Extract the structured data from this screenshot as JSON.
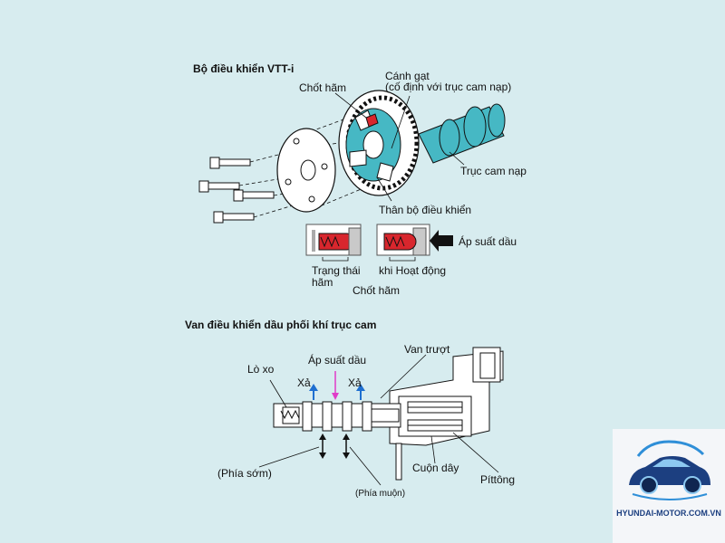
{
  "section1": {
    "title": "Bộ điều khiển VTT-i",
    "labels": {
      "chot_ham": "Chốt hãm",
      "canh_gat_1": "Cánh gạt",
      "canh_gat_2": "(cố định với trục cam nạp)",
      "truc_cam_nap": "Trục cam nạp",
      "than_bo_dieu_khien": "Thân bộ điều khiển",
      "ap_suat_dau": "Áp suất dầu",
      "trang_thai_ham_1": "Trạng thái",
      "trang_thai_ham_2": "hãm",
      "khi_hoat_dong": "khi Hoạt động",
      "chot_ham_bottom": "Chốt hãm"
    }
  },
  "section2": {
    "title": "Van điều khiển dầu phối khí trục cam",
    "labels": {
      "ap_suat_dau": "Áp suất dầu",
      "van_truot": "Van trượt",
      "lo_xo": "Lò xo",
      "xa_left": "Xả",
      "xa_right": "Xả",
      "phia_som": "(Phía sớm)",
      "cuon_day": "Cuộn dây",
      "pittong": "Píttông",
      "phia_muon": "(Phía muộn)"
    }
  },
  "watermark": {
    "text": "HYUNDAI-MOTOR.COM.VN"
  },
  "colors": {
    "background": "#d7ecef",
    "teal_part": "#46b8c4",
    "red_pin": "#d8262d",
    "arrow_blue": "#1e6fd0",
    "arrow_magenta": "#e03cc8",
    "logo_blue": "#1c3f80"
  }
}
